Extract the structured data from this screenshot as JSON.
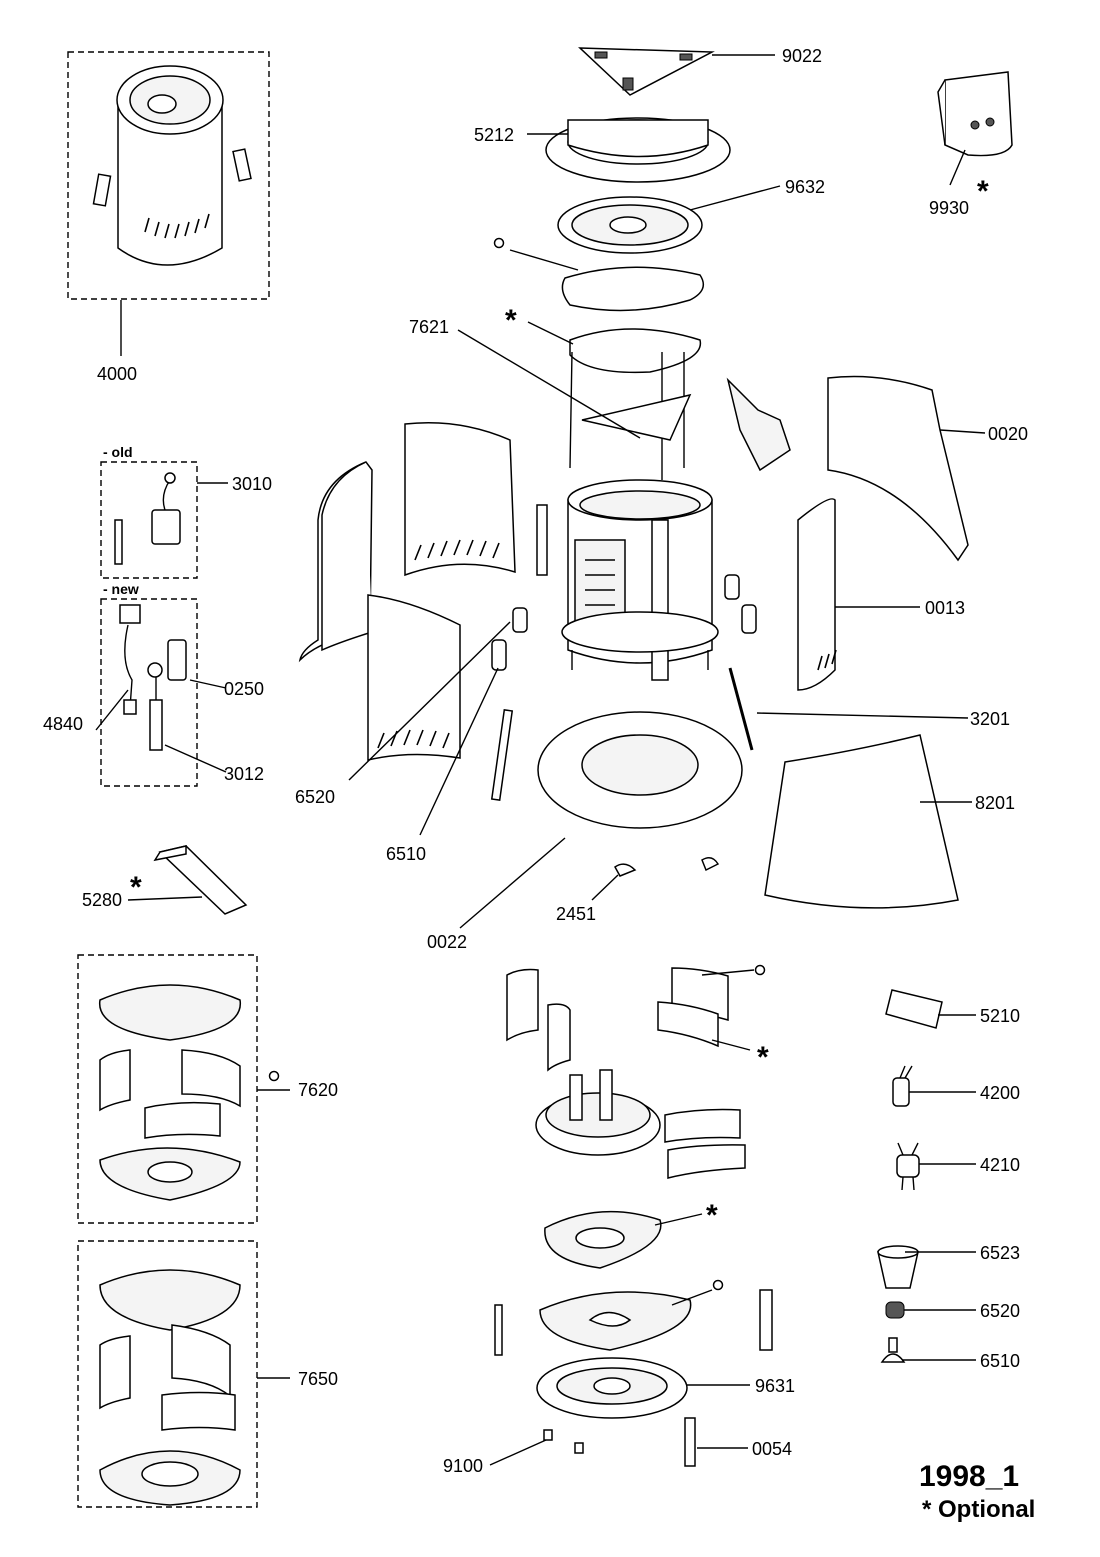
{
  "diagram": {
    "id_label": "1998_1",
    "optional_note": "* Optional",
    "star": "*",
    "circle_marker": "o",
    "groups": {
      "old": "- old",
      "new": "- new"
    },
    "parts": [
      "9022",
      "5212",
      "9632",
      "9930",
      "4000",
      "7621",
      "0020",
      "3010",
      "0013",
      "0250",
      "4840",
      "3012",
      "3201",
      "6520",
      "8201",
      "6510",
      "5280",
      "2451",
      "0022",
      "7620",
      "5210",
      "4200",
      "4210",
      "6523",
      "6520",
      "6510",
      "7650",
      "9631",
      "9100",
      "0054"
    ]
  }
}
